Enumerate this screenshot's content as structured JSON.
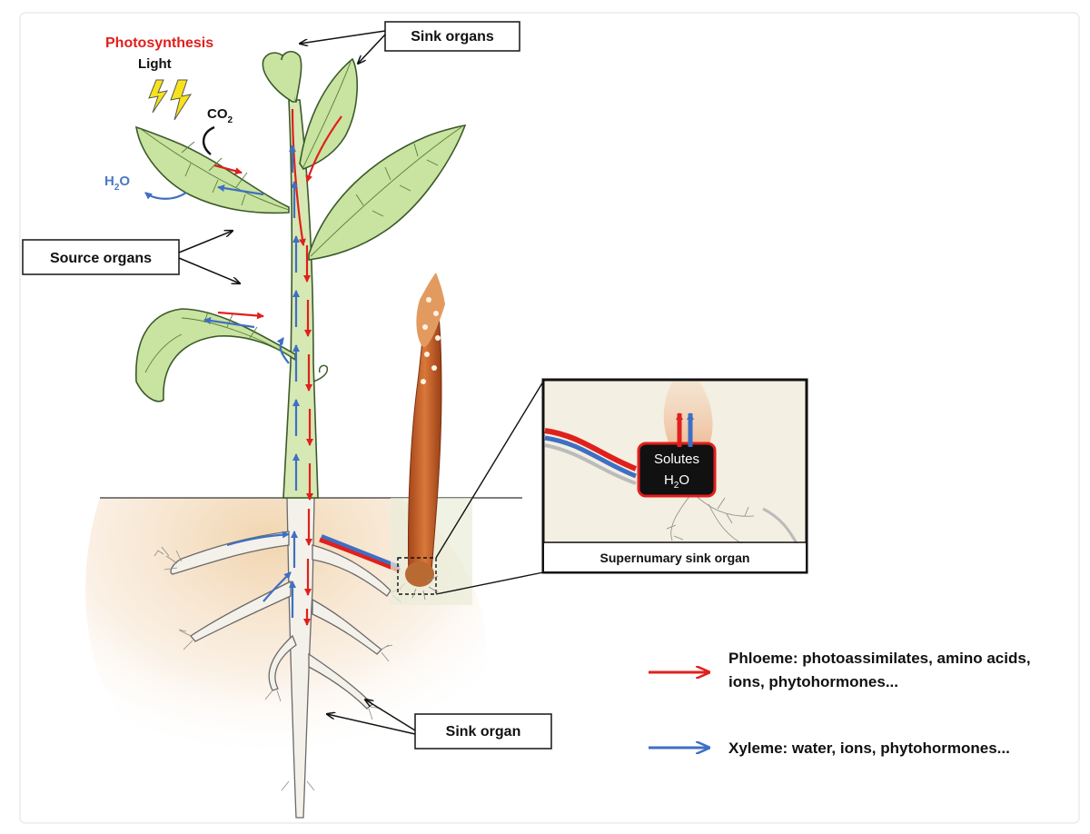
{
  "labels": {
    "photosynthesis": "Photosynthesis",
    "light": "Light",
    "co2": "CO",
    "co2_sub": "2",
    "h2o_h": "H",
    "h2o_sub": "2",
    "h2o_o": "O"
  },
  "callouts": {
    "sink_organs_top": "Sink organs",
    "source_organs": "Source organs",
    "sink_organ_bottom": "Sink organ"
  },
  "inset": {
    "solutes": "Solutes",
    "h2o_h": "H",
    "h2o_sub": "2",
    "h2o_o": "O",
    "caption": "Supernumary sink organ"
  },
  "legend": {
    "phloem_line1": "Phloeme: photoassimilates, amino acids,",
    "phloem_line2": "ions, phytohormones...",
    "xylem": "Xyleme: water, ions, phytohormones..."
  },
  "colors": {
    "phloem": "#e0201c",
    "xylem": "#3f6fc4",
    "leaf": "#c9e3a0",
    "soil": "#f2d9b8",
    "parasite": "#c8642a"
  }
}
